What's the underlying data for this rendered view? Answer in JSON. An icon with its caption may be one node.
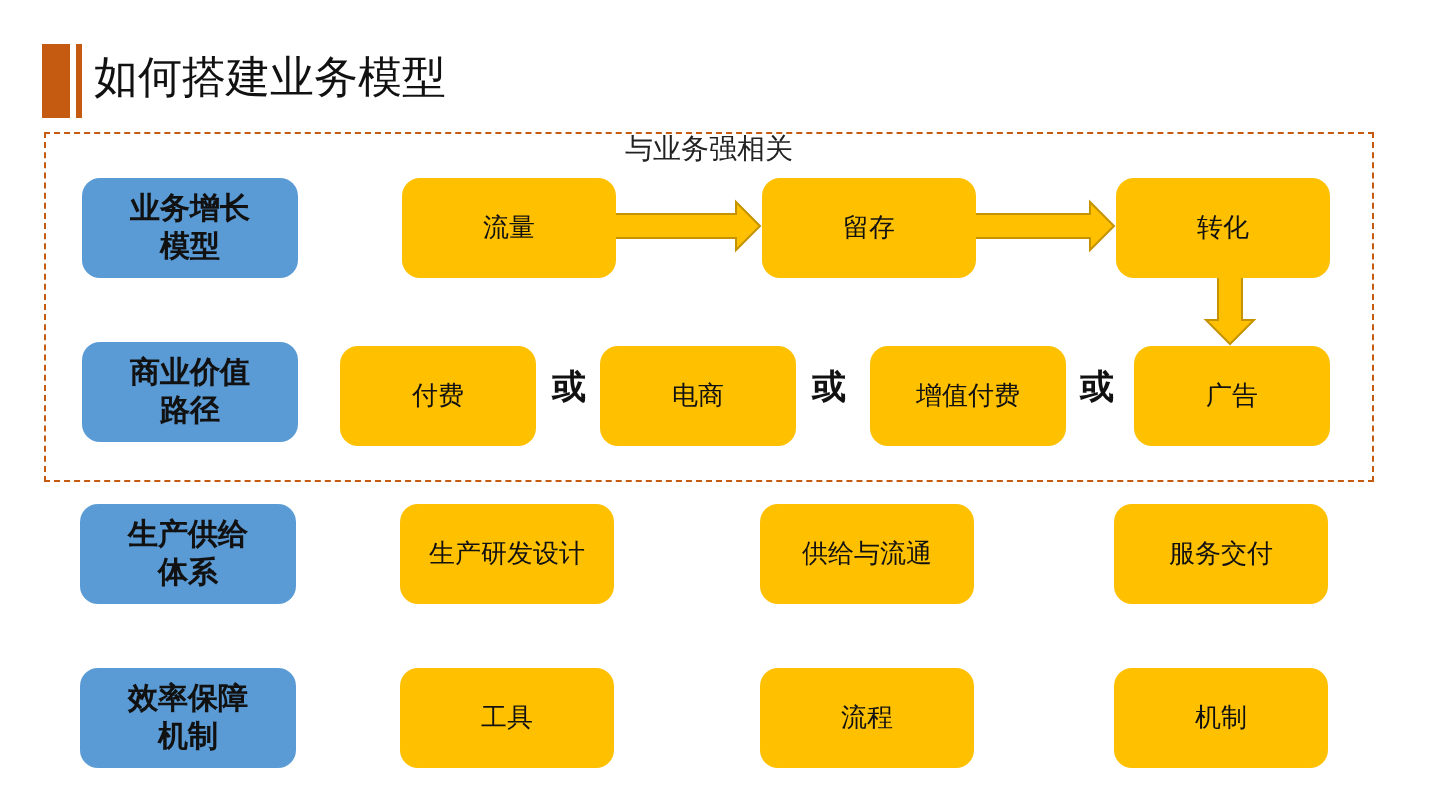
{
  "diagram": {
    "title": "如何搭建业务模型",
    "nodes": [
      {
        "text": [
          "与业务强相关"
        ]
      },
      {
        "text": [
          "业务增长模型"
        ],
        "in": 0
      },
      {
        "text": [
          "流量"
        ],
        "in": 0
      },
      {
        "text": [
          "留存"
        ],
        "in": 0
      },
      {
        "text": [
          "转化"
        ],
        "in": 0
      },
      {
        "text": [
          "商业价值路径"
        ],
        "in": 0
      },
      {
        "text": [
          "付费"
        ],
        "in": 0
      },
      {
        "text": [
          "电商"
        ],
        "in": 0
      },
      {
        "text": [
          "增值付费"
        ],
        "in": 0
      },
      {
        "text": [
          "广告"
        ],
        "in": 0
      },
      {
        "text": [
          "生产供给体系"
        ]
      },
      {
        "text": [
          "生产研发设计"
        ]
      },
      {
        "text": [
          "供给与流通"
        ]
      },
      {
        "text": [
          "服务交付"
        ]
      },
      {
        "text": [
          "效率保障机制"
        ]
      },
      {
        "text": [
          "工具"
        ]
      },
      {
        "text": [
          "流程"
        ]
      },
      {
        "text": [
          "机制"
        ]
      }
    ],
    "edges": [
      {
        "from": 2,
        "to": 3,
        "arrow": "to",
        "style": "thick"
      },
      {
        "from": 3,
        "to": 4,
        "arrow": "to",
        "style": "thick"
      },
      {
        "from": 4,
        "to": 9,
        "arrow": "to",
        "style": "thick"
      }
    ],
    "labels": [
      "或",
      "或",
      "或"
    ]
  }
}
